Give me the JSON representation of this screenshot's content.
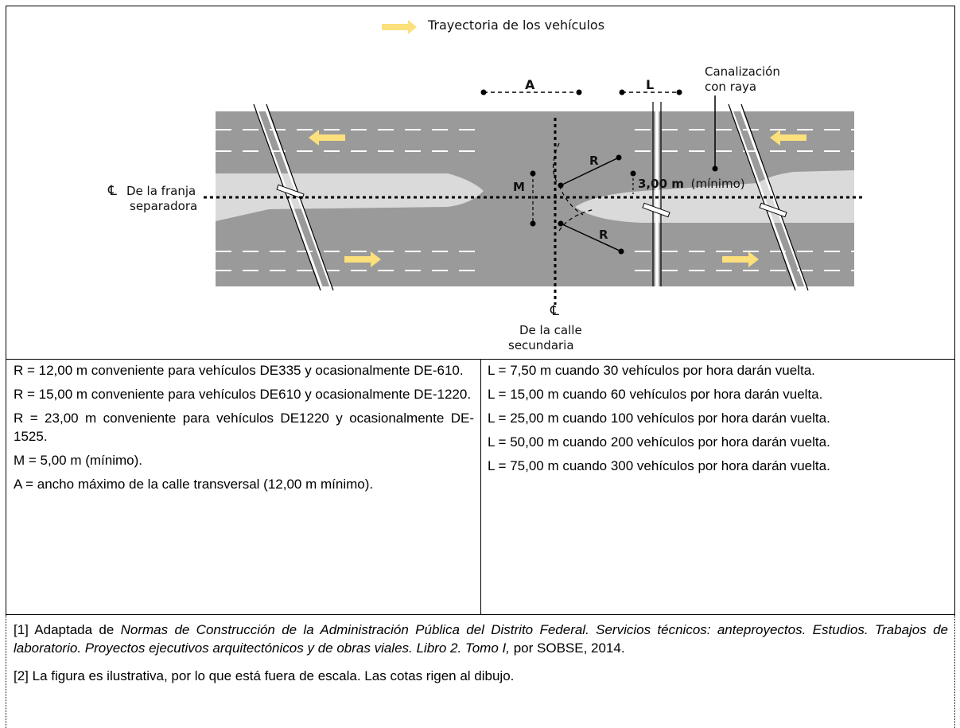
{
  "figure": {
    "legend_label": "Trayectoria de los vehículos",
    "dim_a": "A",
    "dim_l": "L",
    "dim_m": "M",
    "dim_r": "R",
    "canalization_line1": "Canalización",
    "canalization_line2": "con raya",
    "separator_min_bold": "3,00 m",
    "separator_min_note": "(mínimo)",
    "median_symbol": "℄",
    "median_label_line1": "De la franja",
    "median_label_line2": "separadora",
    "secondary_symbol": "℄",
    "secondary_label_line1": "De la calle",
    "secondary_label_line2": "secundaria",
    "colors": {
      "road": "#9a9a9a",
      "median": "#dadada",
      "arrow": "#fbe07c",
      "lane_marking": "#ffffff"
    }
  },
  "table": {
    "left": [
      "R = 12,00 m conveniente para vehículos DE335 y ocasionalmente DE-610.",
      "R = 15,00 m conveniente para vehículos DE610 y ocasionalmente DE-1220.",
      "R = 23,00 m conveniente para vehículos DE1220 y ocasionalmente DE-1525.",
      "M = 5,00 m (mínimo).",
      "A = ancho máximo de la calle transversal (12,00 m mínimo)."
    ],
    "right": [
      "L = 7,50 m cuando 30 vehículos por hora darán vuelta.",
      "L = 15,00 m cuando 60 vehículos por hora darán vuelta.",
      "L = 25,00 m cuando 100 vehículos por hora darán vuelta.",
      "L = 50,00 m cuando 200 vehículos por hora darán vuelta.",
      "L = 75,00 m cuando 300 vehículos por hora darán vuelta."
    ]
  },
  "notes": {
    "note1_prefix": "[1] Adaptada de ",
    "note1_italic": "Normas de Construcción de la Administración Pública del Distrito Federal. Servicios técnicos: anteproyectos. Estudios. Trabajos de laboratorio. Proyectos ejecutivos arquitectónicos y de obras viales. Libro 2. Tomo I,",
    "note1_suffix": " por SOBSE, 2014.",
    "note2": "[2] La figura es ilustrativa, por lo que está fuera de escala. Las cotas rigen al dibujo."
  }
}
